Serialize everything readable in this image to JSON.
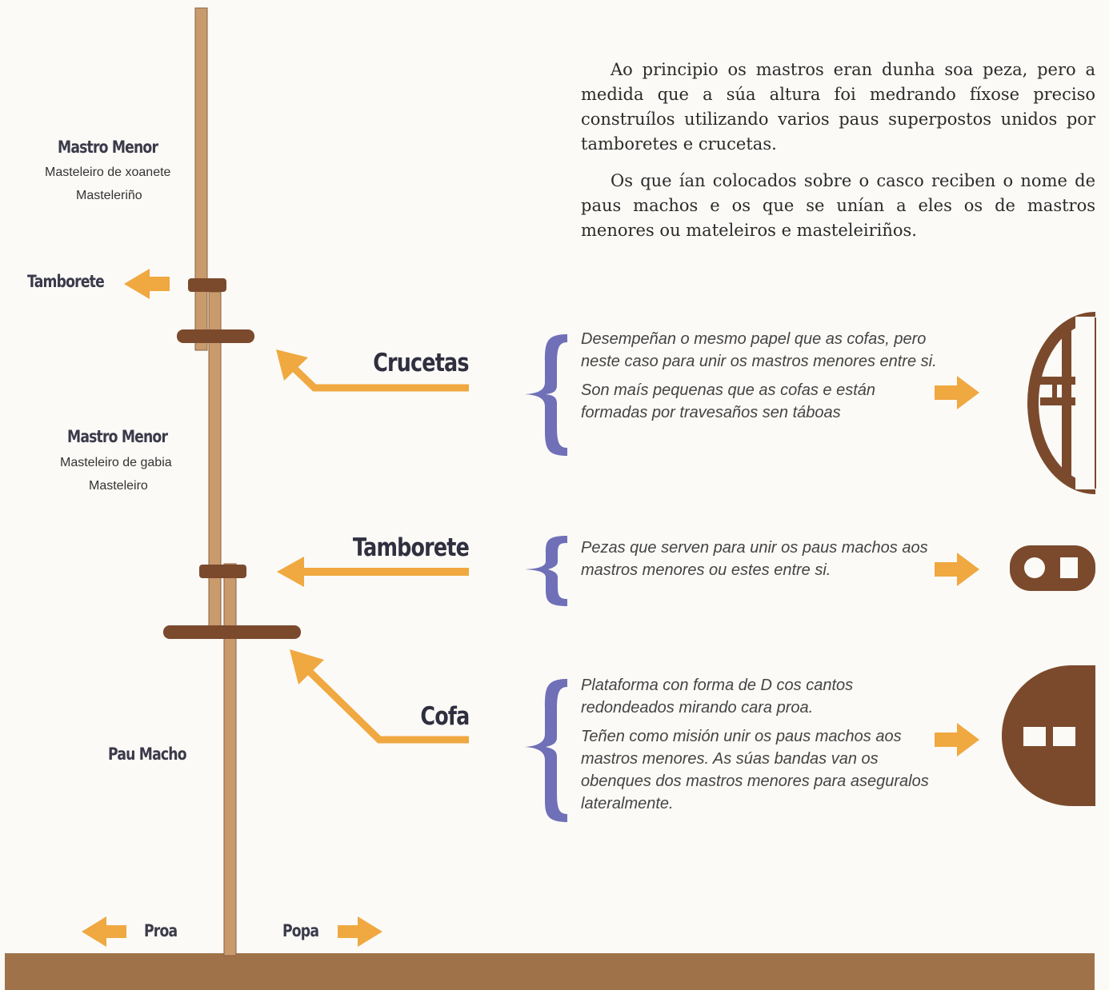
{
  "intro": {
    "paragraph1": "Ao principio os mastros eran dunha soa peza, pero a medida que a súa altura foi medrando fíxose preciso construílos utilizando varios paus superpostos unidos por tamboretes e crucetas.",
    "paragraph2": "Os que ían colocados sobre o casco reciben o nome de paus machos e os que se unían a eles os de mastros menores ou mateleiros e masteleiriños."
  },
  "mast_labels": {
    "upper": {
      "title": "Mastro Menor",
      "line1": "Masteleiro de xoanete",
      "line2": "Masteleriño"
    },
    "tamborete_top": "Tamborete",
    "middle": {
      "title": "Mastro Menor",
      "line1": "Masteleiro de gabia",
      "line2": "Masteleiro"
    },
    "lower": "Pau Macho",
    "proa": "Proa",
    "popa": "Popa"
  },
  "parts": {
    "crucetas": {
      "title": "Crucetas",
      "text1": "Desempeñan o mesmo papel que as cofas, pero neste caso para unir os mastros menores entre si.",
      "text2": "Son maís pequenas que as cofas e están formadas por travesaños sen táboas"
    },
    "tamborete": {
      "title": "Tamborete",
      "text1": "Pezas que serven para unir os paus machos aos mastros menores ou estes entre si."
    },
    "cofa": {
      "title": "Cofa",
      "text1": "Plataforma con forma de D cos cantos redondeados mirando cara proa.",
      "text2": "Teñen como misión unir os paus machos aos mastros menores. As súas bandas van os obenques dos mastros menores para aseguralos lateralmente."
    }
  },
  "colors": {
    "wood": "#7b4a2c",
    "mast": "#c99a6c",
    "arrow": "#f0a840",
    "brace": "#7070b8",
    "deck": "#a0724a"
  }
}
